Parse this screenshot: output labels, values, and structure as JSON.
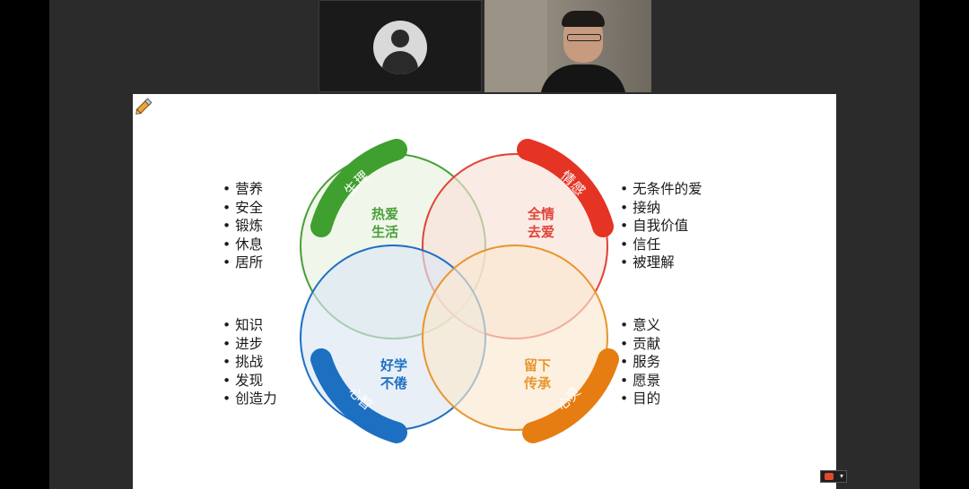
{
  "slide": {
    "arcs": [
      {
        "id": "tl",
        "label": "生理",
        "color": "#3f9f2f"
      },
      {
        "id": "tr",
        "label": "情感",
        "color": "#e53324"
      },
      {
        "id": "bl",
        "label": "心智",
        "color": "#1c6fc1"
      },
      {
        "id": "br",
        "label": "心灵",
        "color": "#e67d12"
      }
    ],
    "circles": [
      {
        "id": "tl",
        "line1": "热爱",
        "line2": "生活",
        "color": "#4a9f3a",
        "fill": "#e8f2df"
      },
      {
        "id": "tr",
        "line1": "全情",
        "line2": "去爱",
        "color": "#e0443a",
        "fill": "#f9e0d7"
      },
      {
        "id": "bl",
        "line1": "好学",
        "line2": "不倦",
        "color": "#1f6fc4",
        "fill": "#dbe6f3"
      },
      {
        "id": "br",
        "line1": "留下",
        "line2": "传承",
        "color": "#e8962f",
        "fill": "#fbe8d0"
      }
    ],
    "lists": {
      "top_left": [
        "营养",
        "安全",
        "锻炼",
        "休息",
        "居所"
      ],
      "top_right": [
        "无条件的爱",
        "接纳",
        "自我价值",
        "信任",
        "被理解"
      ],
      "bottom_left": [
        "知识",
        "进步",
        "挑战",
        "发现",
        "创造力"
      ],
      "bottom_right": [
        "意义",
        "贡献",
        "服务",
        "愿景",
        "目的"
      ]
    }
  },
  "icons": {
    "participant_avatar": "person-avatar-icon",
    "annotate": "pencil-icon",
    "app_badge": "app-badge-icon"
  }
}
